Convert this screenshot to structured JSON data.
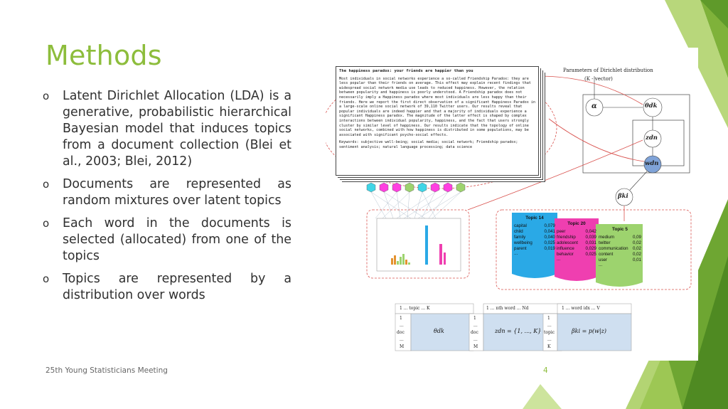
{
  "slide": {
    "title": "Methods",
    "bullets": [
      {
        "marker": "o",
        "text": "Latent Dirichlet Allocation (LDA) is a generative, probabilistic hierarchical Bayesian model that induces topics from a document collection (Blei et al., 2003; Blei, 2012)"
      },
      {
        "marker": "o",
        "text": "Documents are represented as random mixtures over latent topics"
      },
      {
        "marker": "o",
        "text": "Each word in the documents is selected (allocated) from one of the topics"
      },
      {
        "marker": "o",
        "text": "Topics are represented by a distribution over words"
      }
    ],
    "footer": "25th Young Statisticians Meeting",
    "page_number": "4",
    "accent_color": "#8dbd3c"
  },
  "figure": {
    "document": {
      "title": "The happiness paradox: your friends are happier than you",
      "body": "Most individuals in social networks experience a so-called Friendship Paradox: they are less popular than their friends on average. This effect may explain recent findings that widespread social network media use leads to reduced happiness. However, the relation between popularity and happiness is poorly understood. A Friendship paradox does not necessarily imply a Happiness paradox where most individuals are less happy than their friends. Here we report the first direct observation of a significant Happiness Paradox in a large-scale online social network of 39,110 Twitter users. Our results reveal that popular individuals are indeed happier and that a majority of individuals experience a significant Happiness paradox. The magnitude of the latter effect is shaped by complex interactions between individual popularity, happiness, and the fact that users strongly cluster by similar level of happiness. Our results indicate that the topology of online social networks, combined with how happiness is distributed in some populations, may be associated with significant psycho-social effects.",
      "keywords": "Keywords: subjective well-being; social media; social network; Friendship paradox; sentiment analysis; natural language processing; data science"
    },
    "plate_labels": {
      "header": "Parameters of Dirichlet distribution",
      "subheader": "(K - vector)",
      "alpha": "α",
      "theta": "θdk",
      "z": "zdn",
      "w": "wdn",
      "beta": "βki"
    },
    "topics": [
      {
        "name": "Topic 14",
        "color": "#2aa9e6",
        "words": [
          [
            "capital",
            "0,079"
          ],
          [
            "child",
            "0,041"
          ],
          [
            "family",
            "0,040"
          ],
          [
            "wellbeing",
            "0,025"
          ],
          [
            "parent",
            "0,019"
          ],
          [
            "...",
            ""
          ]
        ]
      },
      {
        "name": "Topic 20",
        "color": "#ef3fb0",
        "words": [
          [
            "peer",
            "0,042"
          ],
          [
            "friendship",
            "0,039"
          ],
          [
            "adolescent",
            "0,031"
          ],
          [
            "influence",
            "0,029"
          ],
          [
            "behavior",
            "0,025"
          ],
          [
            "...",
            ""
          ]
        ]
      },
      {
        "name": "Topic 5",
        "color": "#9dd36e",
        "words": [
          [
            "medium",
            "0,09"
          ],
          [
            "twitter",
            "0,02"
          ],
          [
            "communication",
            "0,02"
          ],
          [
            "content",
            "0,02"
          ],
          [
            "user",
            "0,01"
          ],
          [
            "...",
            ""
          ]
        ]
      }
    ],
    "matrices": [
      {
        "head": "1  ...   topic  ...   K",
        "rows": [
          "1",
          "...",
          "doc",
          "...",
          "M"
        ],
        "formula": "θdk"
      },
      {
        "head": "1  ...  nth word  ...  Nd",
        "rows": [
          "1",
          "...",
          "doc",
          "...",
          "M"
        ],
        "formula": "zdn = {1, ..., K}"
      },
      {
        "head": "1  ...   word idx  ...   V",
        "rows": [
          "1",
          "...",
          "topic",
          "...",
          "K"
        ],
        "formula": "βki = p(w|z)"
      }
    ],
    "colors": {
      "cyan": "#3fd5e6",
      "magenta": "#ff3fe0",
      "green": "#54e050",
      "node_blue": "#7fa3d8",
      "dashed_red": "#d9534f"
    }
  }
}
